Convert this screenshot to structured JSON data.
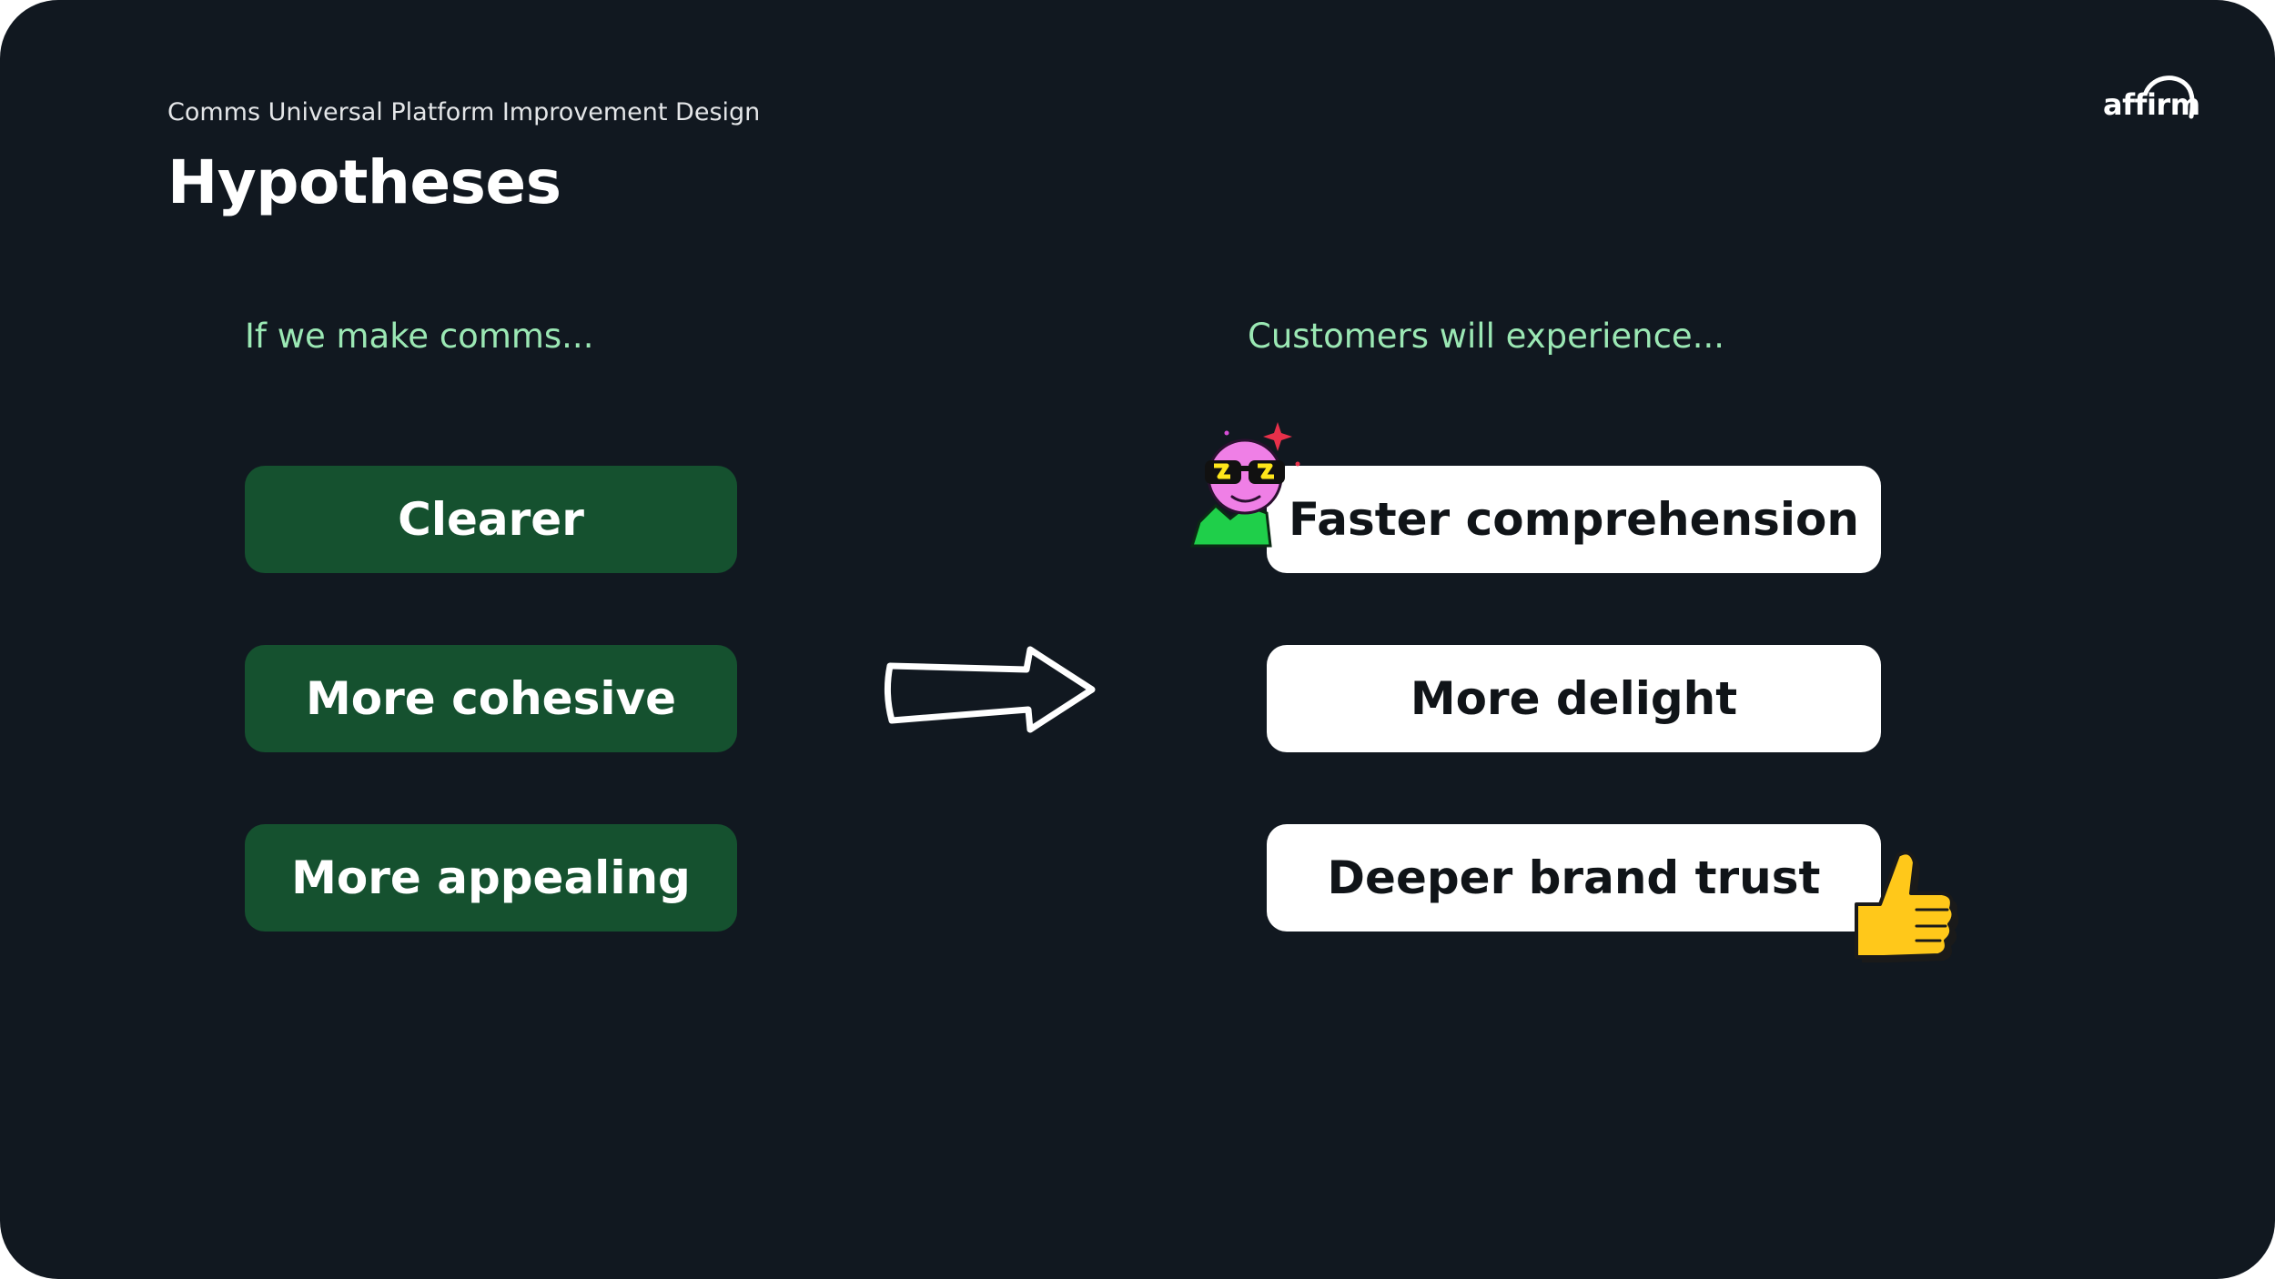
{
  "header": {
    "subtitle": "Comms Universal Platform Improvement Design",
    "title": "Hypotheses",
    "logo_text": "affirm"
  },
  "left_column": {
    "heading": "If we make comms...",
    "items": [
      "Clearer",
      "More cohesive",
      "More appealing"
    ]
  },
  "right_column": {
    "heading": "Customers will experience...",
    "items": [
      "Faster comprehension",
      "More delight",
      "Deeper brand trust"
    ]
  },
  "icons": {
    "arrow": "right-arrow-icon",
    "face": "cool-face-sticker-icon",
    "thumb": "thumbs-up-icon",
    "logo": "affirm-logo"
  },
  "colors": {
    "background": "#111820",
    "accent_green_text": "#9be8b4",
    "pill_green": "#15512f",
    "pill_white": "#ffffff"
  }
}
